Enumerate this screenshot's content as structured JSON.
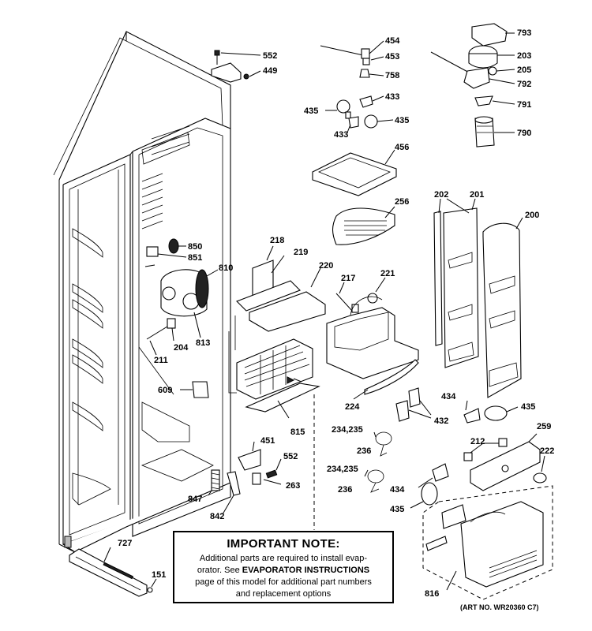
{
  "callouts": {
    "c552a": "552",
    "c449": "449",
    "c454": "454",
    "c453": "453",
    "c758": "758",
    "c435a": "435",
    "c433a": "433",
    "c433b": "433",
    "c435b": "435",
    "c456": "456",
    "c256": "256",
    "c793": "793",
    "c203": "203",
    "c205": "205",
    "c792": "792",
    "c791": "791",
    "c790": "790",
    "c202": "202",
    "c201": "201",
    "c200": "200",
    "c850": "850",
    "c851": "851",
    "c810": "810",
    "c218": "218",
    "c219": "219",
    "c220": "220",
    "c217": "217",
    "c221": "221",
    "c204": "204",
    "c211": "211",
    "c813": "813",
    "c609": "609",
    "c815": "815",
    "c224": "224",
    "c434a": "434",
    "c435c": "435",
    "c432": "432",
    "c234a": "234,235",
    "c236a": "236",
    "c451": "451",
    "c552b": "552",
    "c263": "263",
    "c847": "847",
    "c842": "842",
    "c234b": "234,235",
    "c236b": "236",
    "c434b": "434",
    "c435d": "435",
    "c212": "212",
    "c259": "259",
    "c222": "222",
    "c816": "816",
    "c727": "727",
    "c151": "151"
  },
  "note": {
    "title": "IMPORTANT NOTE:",
    "line1": "Additional parts are required to install evap-",
    "line2_pre": "orator.  See ",
    "line2_bold": "EVAPORATOR INSTRUCTIONS",
    "line3": "page of this model for additional part numbers",
    "line4": "and replacement options"
  },
  "art_number": "(ART NO. WR20360 C7)"
}
